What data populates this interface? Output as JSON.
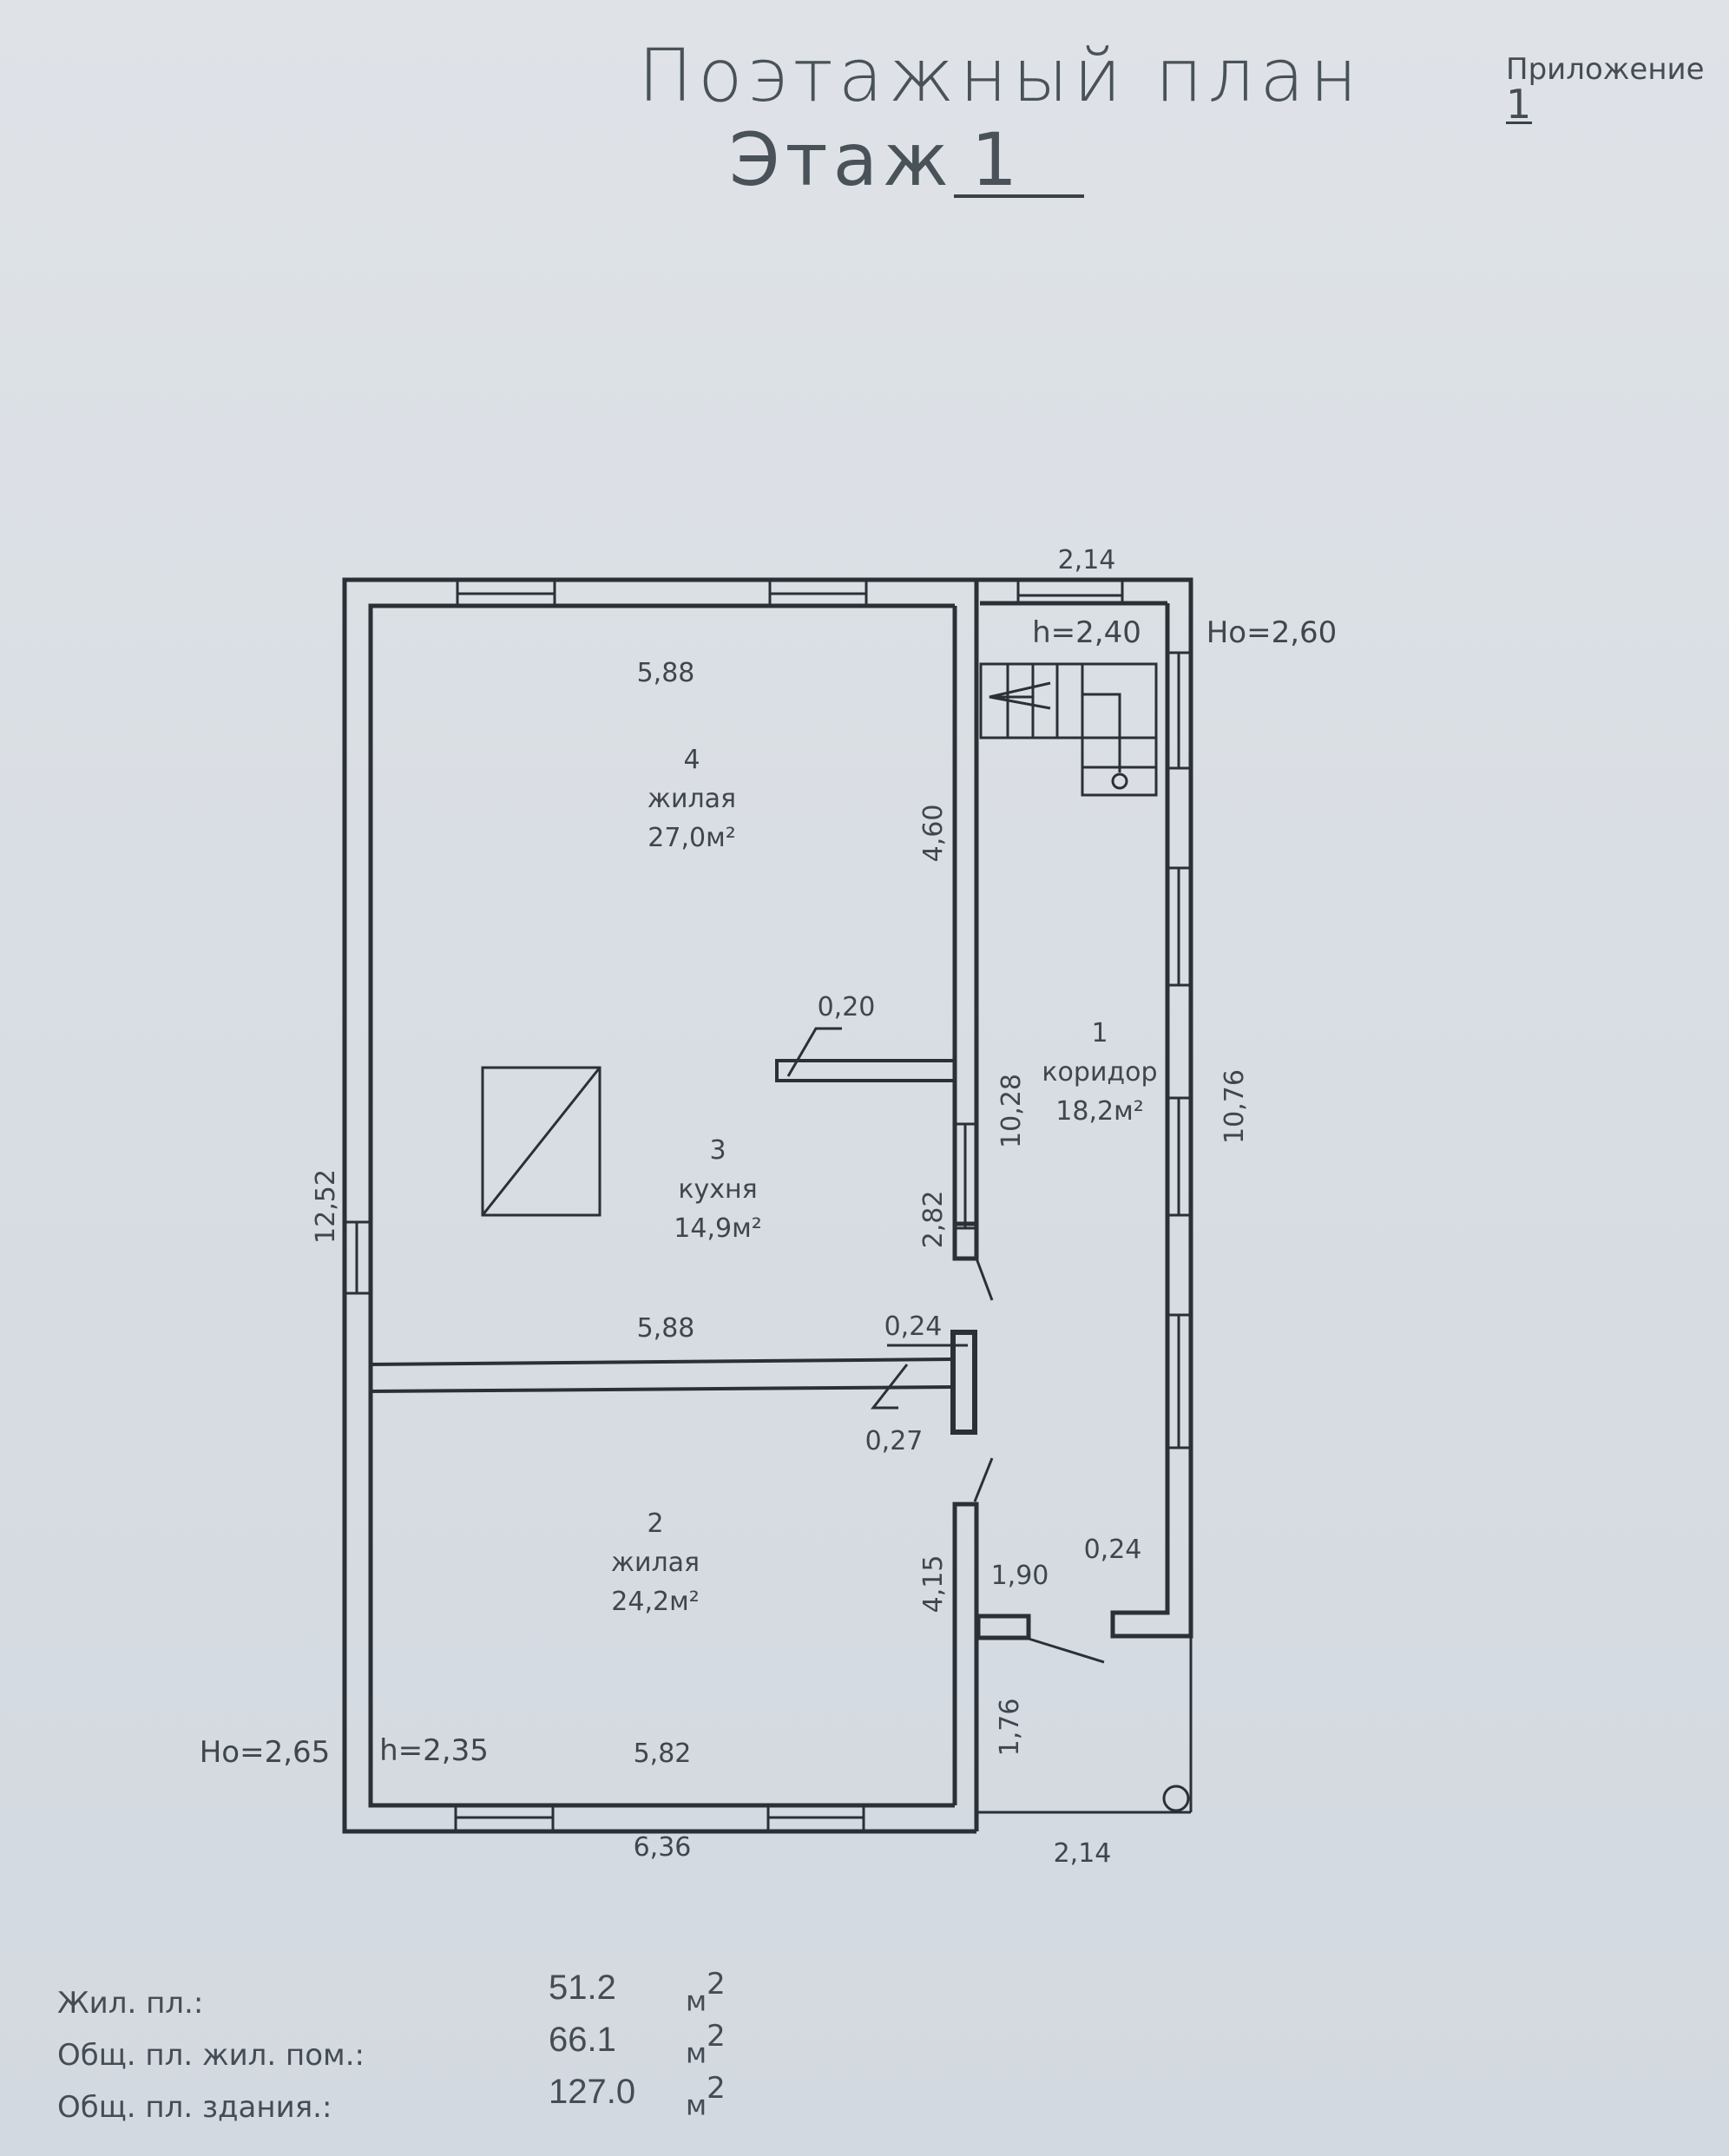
{
  "document": {
    "title": "Поэтажный план",
    "floor_label": "Этаж",
    "floor_number": "1",
    "appendix_label": "Приложение",
    "appendix_number": "1"
  },
  "plan": {
    "heights": {
      "ho_right": "Ho=2,60",
      "h_stair": "h=2,40",
      "ho_left": "Ho=2,65",
      "h_room2": "h=2,35"
    },
    "rooms": [
      {
        "number": "1",
        "name": "коридор",
        "area": "18,2м²"
      },
      {
        "number": "2",
        "name": "жилая",
        "area": "24,2м²"
      },
      {
        "number": "3",
        "name": "кухня",
        "area": "14,9м²"
      },
      {
        "number": "4",
        "name": "жилая",
        "area": "27,0м²"
      }
    ],
    "dimensions": {
      "top_right_width": "2,14",
      "room4_width": "5,88",
      "room4_partition_height": "4,60",
      "partition_thickness_020": "0,20",
      "corridor_inner_length": "10,28",
      "corridor_outer_length": "10,76",
      "left_total_length": "12,52",
      "kitchen_partition_height": "2,82",
      "room3_width": "5,88",
      "wall_thickness_024_mid": "0,24",
      "wall_thickness_027": "0,27",
      "room2_partition_height": "4,15",
      "entrance_width": "1,90",
      "wall_thickness_024_right": "0,24",
      "porch_length": "1,76",
      "room2_width": "5,82",
      "bottom_total_width": "6,36",
      "bottom_right_width": "2,14"
    }
  },
  "summary": {
    "rows": [
      {
        "label": "Жил. пл.:",
        "value": "51.2",
        "unit": "м",
        "exp": "2"
      },
      {
        "label": "Общ. пл. жил. пом.:",
        "value": "66.1",
        "unit": "м",
        "exp": "2"
      },
      {
        "label": "Общ. пл. здания.:",
        "value": "127.0",
        "unit": "м",
        "exp": "2"
      }
    ]
  },
  "colors": {
    "paper": "#dcE1e6",
    "ink": "#2a3036",
    "text": "#454c53"
  }
}
